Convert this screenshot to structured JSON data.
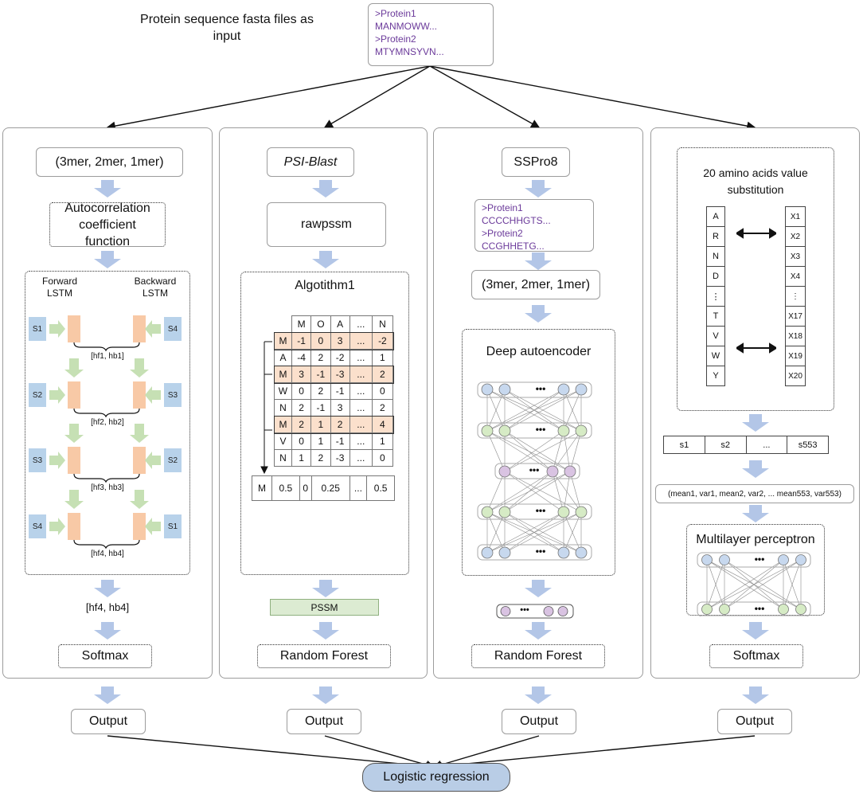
{
  "input": {
    "label": "Protein sequence fasta files as input",
    "fasta": [
      ">Protein1",
      "MANMOWW...",
      ">Protein2",
      "MTYMNSYVN..."
    ]
  },
  "panel1": {
    "kmer": "(3mer, 2mer, 1mer)",
    "acf": "Autocorrelation coefficient function",
    "forward": "Forward LSTM",
    "backward": "Backward LSTM",
    "left_inputs": [
      "S1",
      "S2",
      "S3",
      "S4"
    ],
    "right_inputs": [
      "S4",
      "S3",
      "S2",
      "S1"
    ],
    "hidden": [
      "[hf1, hb1]",
      "[hf2, hb2]",
      "[hf3, hb3]",
      "[hf4, hb4]"
    ],
    "final_hidden": "[hf4, hb4]",
    "classifier": "Softmax",
    "output": "Output"
  },
  "panel2": {
    "tool": "PSI-Blast",
    "raw": "rawpssm",
    "algo": "Algotithm1",
    "header": [
      "",
      "M",
      "O",
      "A",
      "...",
      "N"
    ],
    "rows": [
      [
        "M",
        "-1",
        "0",
        "3",
        "...",
        "-2"
      ],
      [
        "A",
        "-4",
        "2",
        "-2",
        "...",
        "1"
      ],
      [
        "M",
        "3",
        "-1",
        "-3",
        "...",
        "2"
      ],
      [
        "W",
        "0",
        "2",
        "-1",
        "...",
        "0"
      ],
      [
        "N",
        "2",
        "-1",
        "3",
        "...",
        "2"
      ],
      [
        "M",
        "2",
        "1",
        "2",
        "...",
        "4"
      ],
      [
        "V",
        "0",
        "1",
        "-1",
        "...",
        "1"
      ],
      [
        "N",
        "1",
        "2",
        "-3",
        "...",
        "0"
      ]
    ],
    "result": [
      "M",
      "0.5",
      "0",
      "0.25",
      "...",
      "0.5"
    ],
    "pssm": "PSSM",
    "classifier": "Random Forest",
    "output": "Output"
  },
  "panel3": {
    "tool": "SSPro8",
    "ss": [
      ">Protein1",
      "CCCCHHGTS...",
      ">Protein2",
      "CCGHHETG..."
    ],
    "kmer": "(3mer, 2mer, 1mer)",
    "ae": "Deep autoencoder",
    "dots": "•••",
    "classifier": "Random Forest",
    "output": "Output"
  },
  "panel4": {
    "title": "20 amino acids value substitution",
    "aa": [
      "A",
      "R",
      "N",
      "D",
      "⋮",
      "T",
      "V",
      "W",
      "Y"
    ],
    "xs": [
      "X1",
      "X2",
      "X3",
      "X4",
      "⋮",
      "X17",
      "X18",
      "X19",
      "X20"
    ],
    "seq": [
      "s1",
      "s2",
      "...",
      "s553"
    ],
    "stats": "(mean1, var1, mean2, var2, ... mean553, var553)",
    "mlp": "Multilayer perceptron",
    "dots": "•••",
    "classifier": "Softmax",
    "output": "Output"
  },
  "final": "Logistic regression",
  "colors": {
    "arrow_blue": "#b3c6e7",
    "arrow_green": "#c6e0b4",
    "node_blue": "#c7d8ee",
    "node_green": "#d6ebc5",
    "node_purple": "#d9c3e2",
    "purple_text": "#6b3a9a"
  }
}
